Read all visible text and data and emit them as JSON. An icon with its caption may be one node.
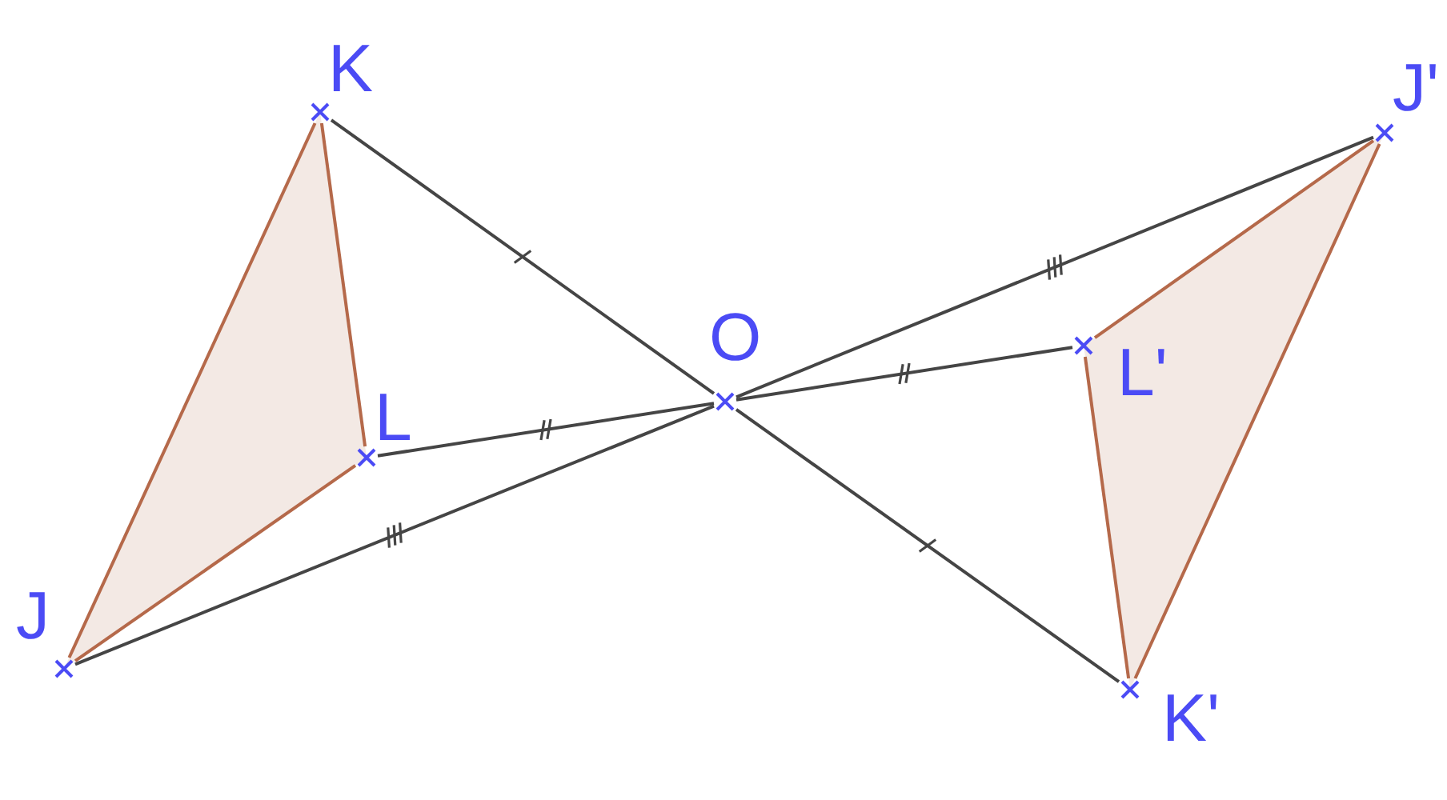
{
  "diagram": {
    "nodes": [
      {
        "text": [
          "K"
        ]
      },
      {
        "text": [
          "L"
        ]
      },
      {
        "text": [
          "J"
        ]
      },
      {
        "text": [
          "O"
        ]
      },
      {
        "text": [
          "J'"
        ]
      },
      {
        "text": [
          "L'"
        ]
      },
      {
        "text": [
          "K'"
        ]
      }
    ],
    "edges": [
      {
        "from": 0,
        "to": 3,
        "arrow": "none"
      },
      {
        "from": 3,
        "to": 6,
        "arrow": "none"
      },
      {
        "from": 1,
        "to": 3,
        "arrow": "none"
      },
      {
        "from": 3,
        "to": 5,
        "arrow": "none"
      },
      {
        "from": 2,
        "to": 3,
        "arrow": "none"
      },
      {
        "from": 3,
        "to": 4,
        "arrow": "none"
      },
      {
        "from": 0,
        "to": 1,
        "arrow": "none",
        "color": "#b5694a"
      },
      {
        "from": 1,
        "to": 2,
        "arrow": "none",
        "color": "#b5694a"
      },
      {
        "from": 2,
        "to": 0,
        "arrow": "none",
        "color": "#b5694a"
      },
      {
        "from": 4,
        "to": 5,
        "arrow": "none",
        "color": "#b5694a"
      },
      {
        "from": 5,
        "to": 6,
        "arrow": "none",
        "color": "#b5694a"
      },
      {
        "from": 6,
        "to": 4,
        "arrow": "none",
        "color": "#b5694a"
      }
    ]
  }
}
